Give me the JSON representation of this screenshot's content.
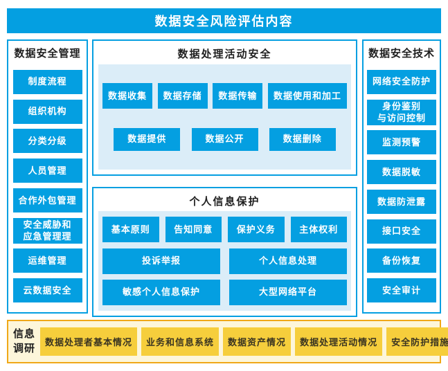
{
  "title": "数据安全风险评估内容",
  "colors": {
    "primary_blue": "#049fe1",
    "panel_light_blue": "#dbedf8",
    "survey_background": "#fdf6da",
    "survey_border": "#f0a818",
    "chip_yellow": "#f6ce3c"
  },
  "left_column": {
    "title": "数据安全管理",
    "items": [
      "制度流程",
      "组织机构",
      "分类分级",
      "人员管理",
      "合作外包管理",
      "安全威胁和\n应急管理理",
      "运维管理",
      "云数据安全"
    ]
  },
  "process_section": {
    "title": "数据处理活动安全",
    "row1": [
      "数据收集",
      "数据存储",
      "数据传输",
      "数据使用和加工"
    ],
    "row2": [
      "数据提供",
      "数据公开",
      "数据删除"
    ]
  },
  "personal_section": {
    "title": "个人信息保护",
    "row1": [
      "基本原则",
      "告知同意",
      "保护义务",
      "主体权利"
    ],
    "row2": [
      "投诉举报",
      "个人信息处理"
    ],
    "row3": [
      "敏感个人信息保护",
      "大型网络平台"
    ]
  },
  "right_column": {
    "title": "数据安全技术",
    "items": [
      "网络安全防护",
      "身份鉴别\n与访问控制",
      "监测预警",
      "数据脱敏",
      "数据防泄露",
      "接口安全",
      "备份恢复",
      "安全审计"
    ]
  },
  "survey_bar": {
    "label": "信息\n调研",
    "items": [
      "数据处理者基本情况",
      "业务和信息系统",
      "数据资产情况",
      "数据处理活动情况",
      "安全防护措施"
    ]
  }
}
